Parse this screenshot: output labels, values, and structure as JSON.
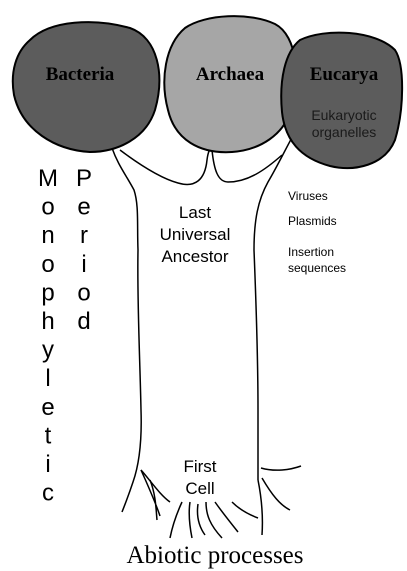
{
  "domains": {
    "bacteria": {
      "label": "Bacteria",
      "color": "#5c5c5c"
    },
    "archaea": {
      "label": "Archaea",
      "color": "#a6a6a6"
    },
    "eucarya": {
      "label": "Eucarya",
      "color": "#5c5c5c",
      "sublabel_line1": "Eukaryotic",
      "sublabel_line2": "organelles"
    }
  },
  "trunk": {
    "luca_line1": "Last",
    "luca_line2": "Universal",
    "luca_line3": "Ancestor",
    "first_cell_line1": "First",
    "first_cell_line2": "Cell"
  },
  "mobile_elements": {
    "viruses": "Viruses",
    "plasmids": "Plasmids",
    "insertion_line1": "Insertion",
    "insertion_line2": "sequences"
  },
  "vertical_text": {
    "monophyletic": [
      "M",
      "o",
      "n",
      "o",
      "p",
      "h",
      "y",
      "l",
      "e",
      "t",
      "i",
      "c"
    ],
    "period": [
      "P",
      "e",
      "r",
      "i",
      "o",
      "d"
    ]
  },
  "bottom_label": "Abiotic processes"
}
